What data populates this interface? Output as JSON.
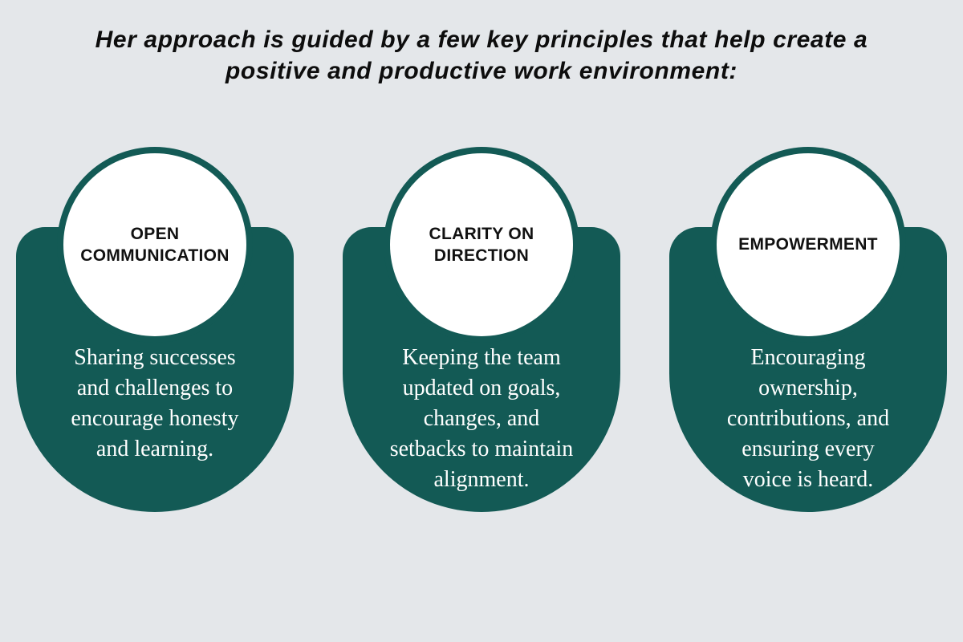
{
  "headline": "Her approach is guided by a few key principles that help create a\npositive and productive work environment:",
  "colors": {
    "background": "#e4e7ea",
    "card": "#135a55",
    "circle": "#ffffff",
    "headline_text": "#0d0d0d",
    "card_text": "#ffffff"
  },
  "principles": [
    {
      "title": "OPEN\nCOMMUNICATION",
      "description": "Sharing successes\nand challenges to\nencourage honesty\nand learning."
    },
    {
      "title": "CLARITY ON\nDIRECTION",
      "description": "Keeping the team\nupdated on goals,\nchanges, and\nsetbacks to maintain\nalignment."
    },
    {
      "title": "EMPOWERMENT",
      "description": "Encouraging\nownership,\ncontributions, and\nensuring every\nvoice is heard."
    }
  ]
}
